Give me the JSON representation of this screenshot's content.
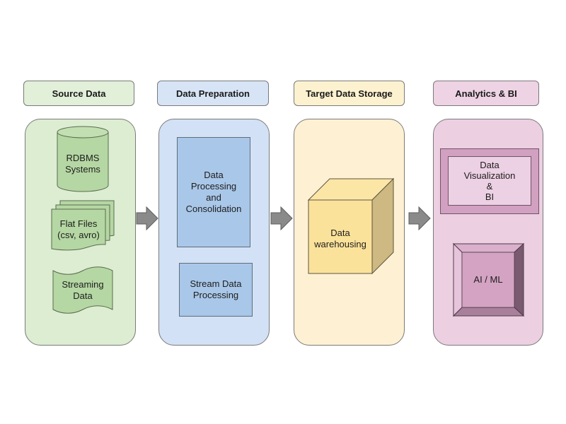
{
  "diagram": {
    "stages": [
      {
        "id": "source",
        "header": "Source Data",
        "items": [
          {
            "label_lines": [
              "RDBMS",
              "Systems"
            ],
            "shape": "cylinder"
          },
          {
            "label_lines": [
              "Flat Files",
              "(csv, avro)"
            ],
            "shape": "multi-document"
          },
          {
            "label_lines": [
              "Streaming",
              "Data"
            ],
            "shape": "tape"
          }
        ]
      },
      {
        "id": "preparation",
        "header": "Data Preparation",
        "items": [
          {
            "label_lines": [
              "Data",
              "Processing",
              "and",
              "Consolidation"
            ],
            "shape": "rectangle"
          },
          {
            "label_lines": [
              "Stream Data",
              "Processing"
            ],
            "shape": "rectangle"
          }
        ]
      },
      {
        "id": "storage",
        "header": "Target Data Storage",
        "items": [
          {
            "label_lines": [
              "Data",
              "warehousing"
            ],
            "shape": "cube"
          }
        ]
      },
      {
        "id": "analytics",
        "header": "Analytics & BI",
        "items": [
          {
            "label_lines": [
              "Data",
              "Visualization",
              "&",
              "BI"
            ],
            "shape": "frame"
          },
          {
            "label_lines": [
              "AI / ML"
            ],
            "shape": "bevel"
          }
        ]
      }
    ],
    "connectors": [
      {
        "from": "source",
        "to": "preparation",
        "icon": "right-arrow-icon"
      },
      {
        "from": "preparation",
        "to": "storage",
        "icon": "right-arrow-icon"
      },
      {
        "from": "storage",
        "to": "analytics",
        "icon": "right-arrow-icon"
      }
    ],
    "colors": {
      "source": "#dcedd2",
      "preparation": "#d2e1f5",
      "storage": "#fef1d3",
      "analytics": "#edcfe2",
      "arrow": "#8a8a8a"
    }
  }
}
